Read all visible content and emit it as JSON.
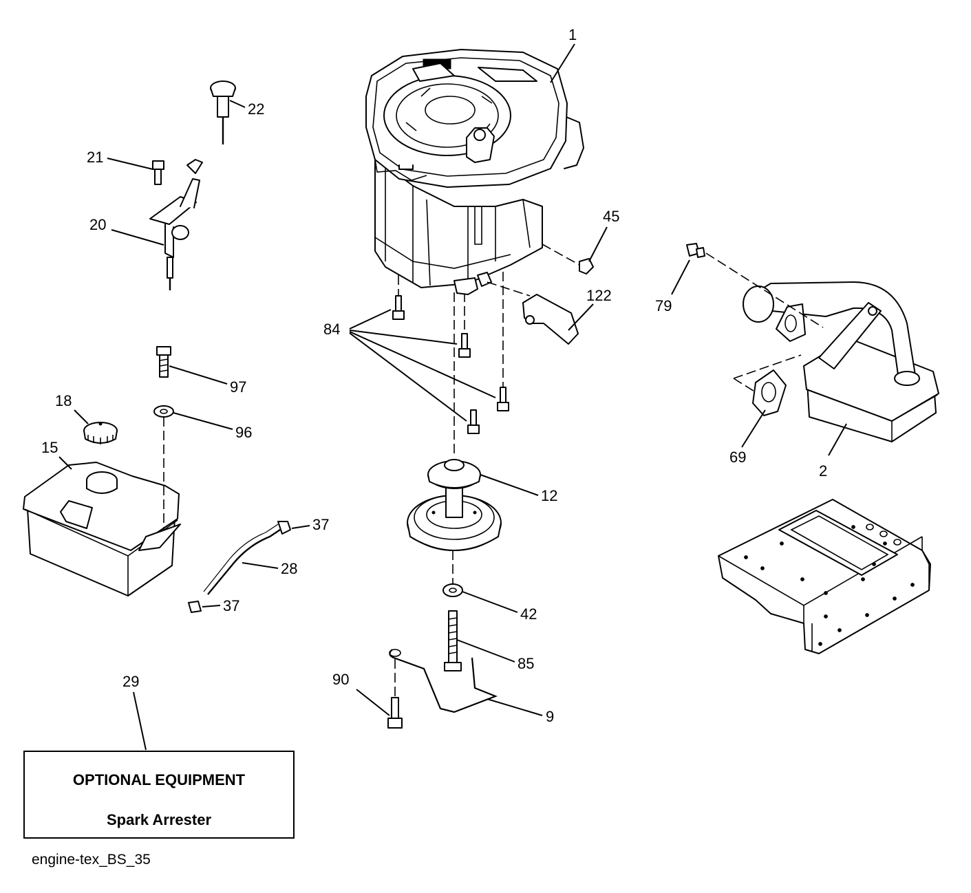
{
  "callouts": [
    {
      "id": "c1",
      "text": "1"
    },
    {
      "id": "c2",
      "text": "2"
    },
    {
      "id": "c9",
      "text": "9"
    },
    {
      "id": "c12",
      "text": "12"
    },
    {
      "id": "c15",
      "text": "15"
    },
    {
      "id": "c18",
      "text": "18"
    },
    {
      "id": "c20",
      "text": "20"
    },
    {
      "id": "c21",
      "text": "21"
    },
    {
      "id": "c22",
      "text": "22"
    },
    {
      "id": "c28",
      "text": "28"
    },
    {
      "id": "c29",
      "text": "29"
    },
    {
      "id": "c37a",
      "text": "37"
    },
    {
      "id": "c37b",
      "text": "37"
    },
    {
      "id": "c42",
      "text": "42"
    },
    {
      "id": "c45",
      "text": "45"
    },
    {
      "id": "c69",
      "text": "69"
    },
    {
      "id": "c79",
      "text": "79"
    },
    {
      "id": "c84",
      "text": "84"
    },
    {
      "id": "c85",
      "text": "85"
    },
    {
      "id": "c90",
      "text": "90"
    },
    {
      "id": "c96",
      "text": "96"
    },
    {
      "id": "c97",
      "text": "97"
    },
    {
      "id": "c122",
      "text": "122"
    }
  ],
  "optional_box": {
    "title": "OPTIONAL EQUIPMENT",
    "subtitle": "Spark Arrester"
  },
  "figure_id": "engine-tex_BS_35"
}
